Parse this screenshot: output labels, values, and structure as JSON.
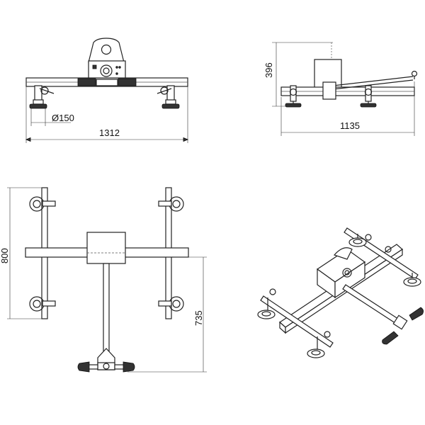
{
  "dimensions": {
    "front_width": "1312",
    "pad_diameter": "Ø150",
    "side_height": "396",
    "side_length": "1135",
    "top_height": "800",
    "top_handle_length": "735"
  }
}
